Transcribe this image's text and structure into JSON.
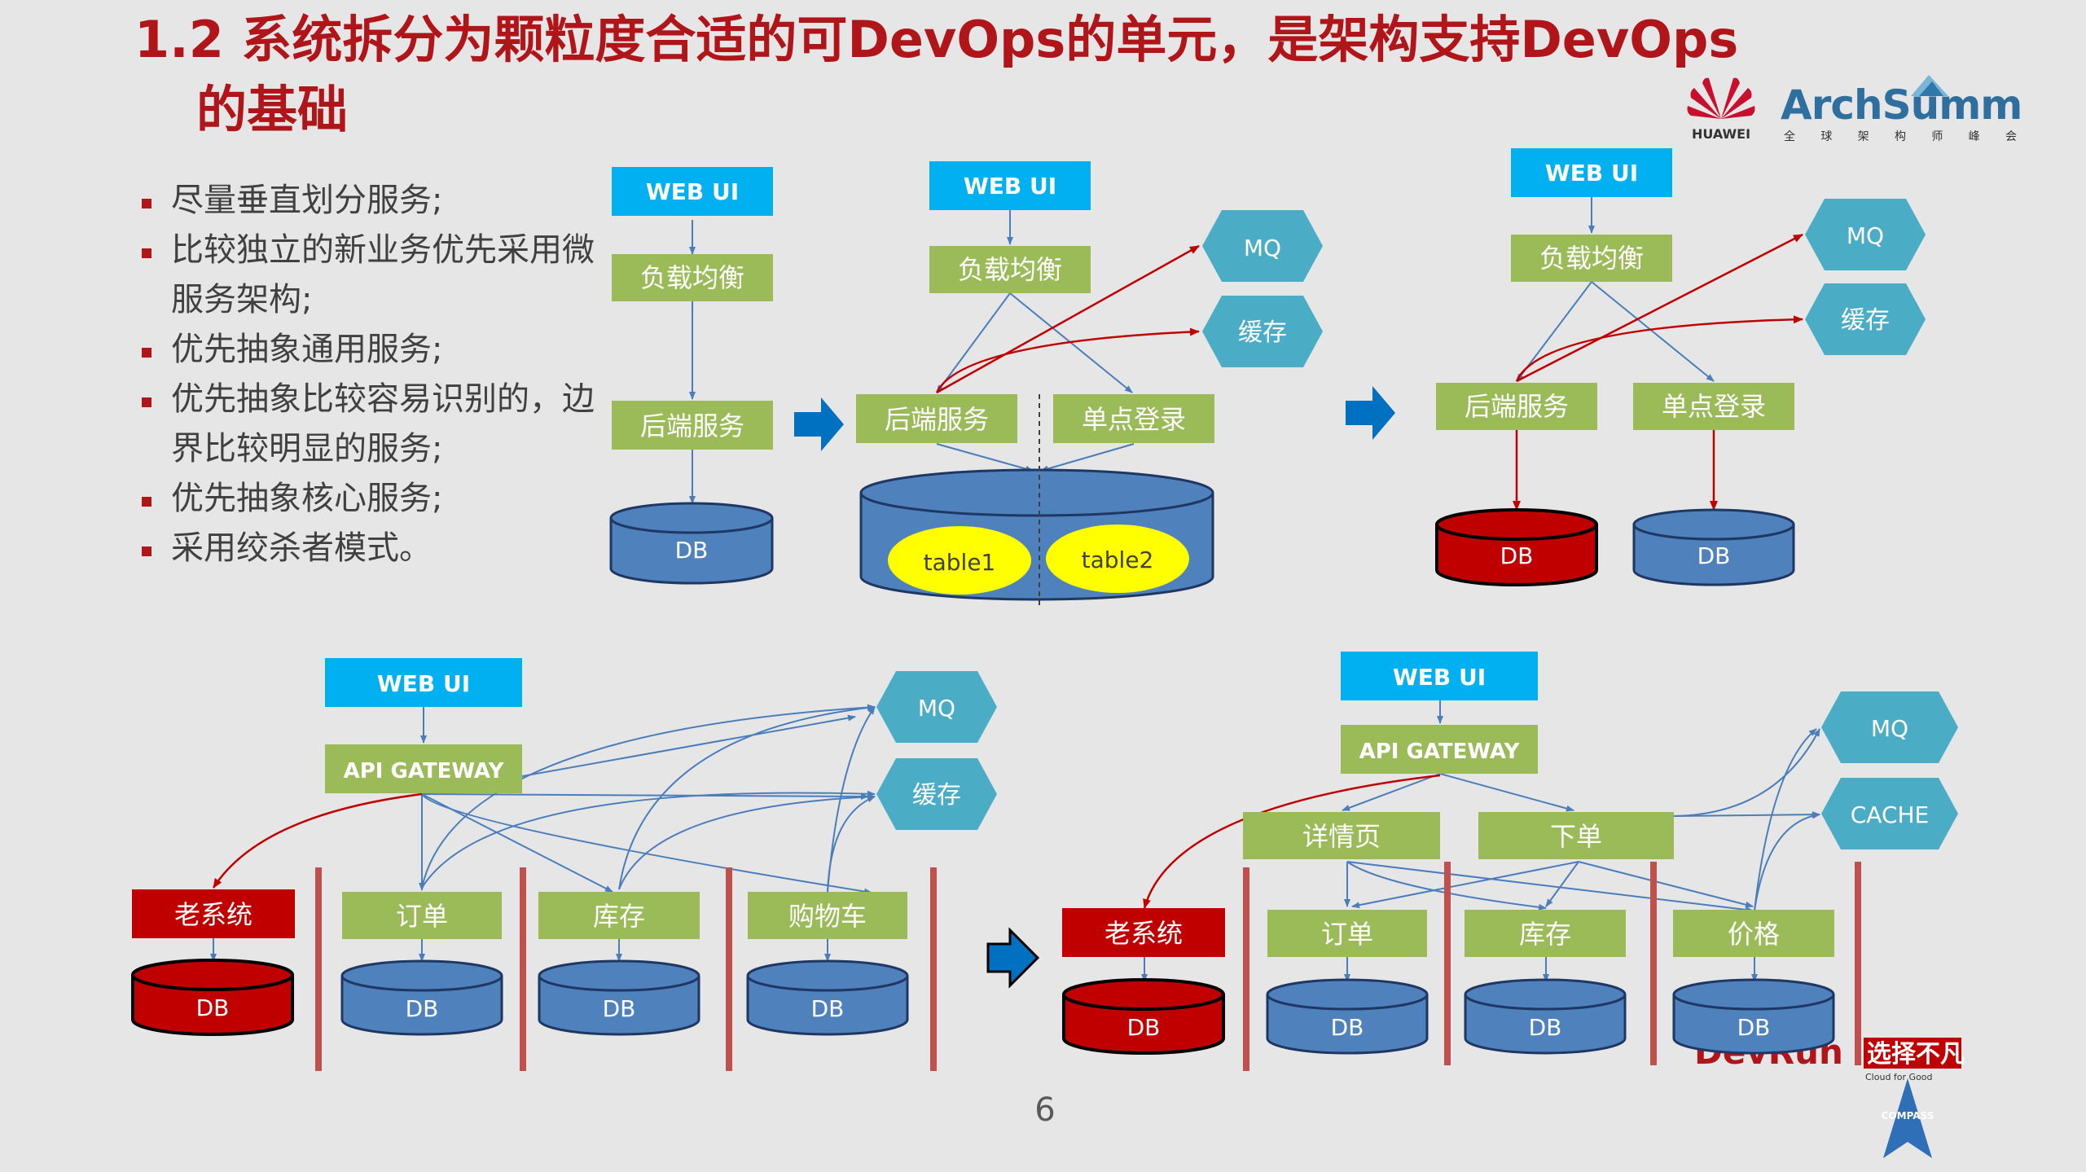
{
  "title": {
    "line1": "1.2 系统拆分为颗粒度合适的可DevOps的单元，是架构支持DevOps",
    "line2": "的基础"
  },
  "bullets": [
    "尽量垂直划分服务;",
    "比较独立的新业务优先采用微服务架构;",
    "优先抽象通用服务;",
    "优先抽象比较容易识别的，边界比较明显的服务;",
    "优先抽象核心服务;",
    "采用绞杀者模式。"
  ],
  "logos": {
    "huawei": "HUAWEI",
    "archsummit": "ArchSummit",
    "archsummit_sub": "全 球 架 构 师 峰 会",
    "devrun": "DevRun",
    "slogan": "选择不凡",
    "slogan_sub": "Cloud for Good",
    "compass": "COMPASS"
  },
  "page_number": "6",
  "colors": {
    "title_red": "#b0151a",
    "webui_blue": "#00b0f0",
    "green_box": "#9bbb59",
    "hex_teal": "#4bacc6",
    "db_blue": "#4f81bd",
    "db_red": "#c00000",
    "arrow_blue": "#0070c0",
    "line_blue": "#4a7ebb",
    "line_red": "#c00000",
    "divider_red": "#c0504d",
    "table_yellow": "#ffff00"
  },
  "diagram1": {
    "web_ui": "WEB UI",
    "lb": "负载均衡",
    "backend": "后端服务",
    "db": "DB"
  },
  "diagram2": {
    "web_ui": "WEB UI",
    "lb": "负载均衡",
    "backend": "后端服务",
    "sso": "单点登录",
    "mq": "MQ",
    "cache": "缓存",
    "table1": "table1",
    "table2": "table2"
  },
  "diagram3": {
    "web_ui": "WEB UI",
    "lb": "负载均衡",
    "backend": "后端服务",
    "sso": "单点登录",
    "mq": "MQ",
    "cache": "缓存",
    "db_backend": "DB",
    "db_sso": "DB"
  },
  "diagram4": {
    "web_ui": "WEB UI",
    "api_gateway": "API GATEWAY",
    "mq": "MQ",
    "cache": "缓存",
    "legacy": "老系统",
    "order": "订单",
    "stock": "库存",
    "cart": "购物车",
    "db_legacy": "DB",
    "db_order": "DB",
    "db_stock": "DB",
    "db_cart": "DB"
  },
  "diagram5": {
    "web_ui": "WEB UI",
    "api_gateway": "API GATEWAY",
    "mq": "MQ",
    "cache": "CACHE",
    "detail": "详情页",
    "place_order": "下单",
    "legacy": "老系统",
    "order": "订单",
    "stock": "库存",
    "price": "价格",
    "db_legacy": "DB",
    "db_order": "DB",
    "db_stock": "DB",
    "db_price": "DB"
  }
}
